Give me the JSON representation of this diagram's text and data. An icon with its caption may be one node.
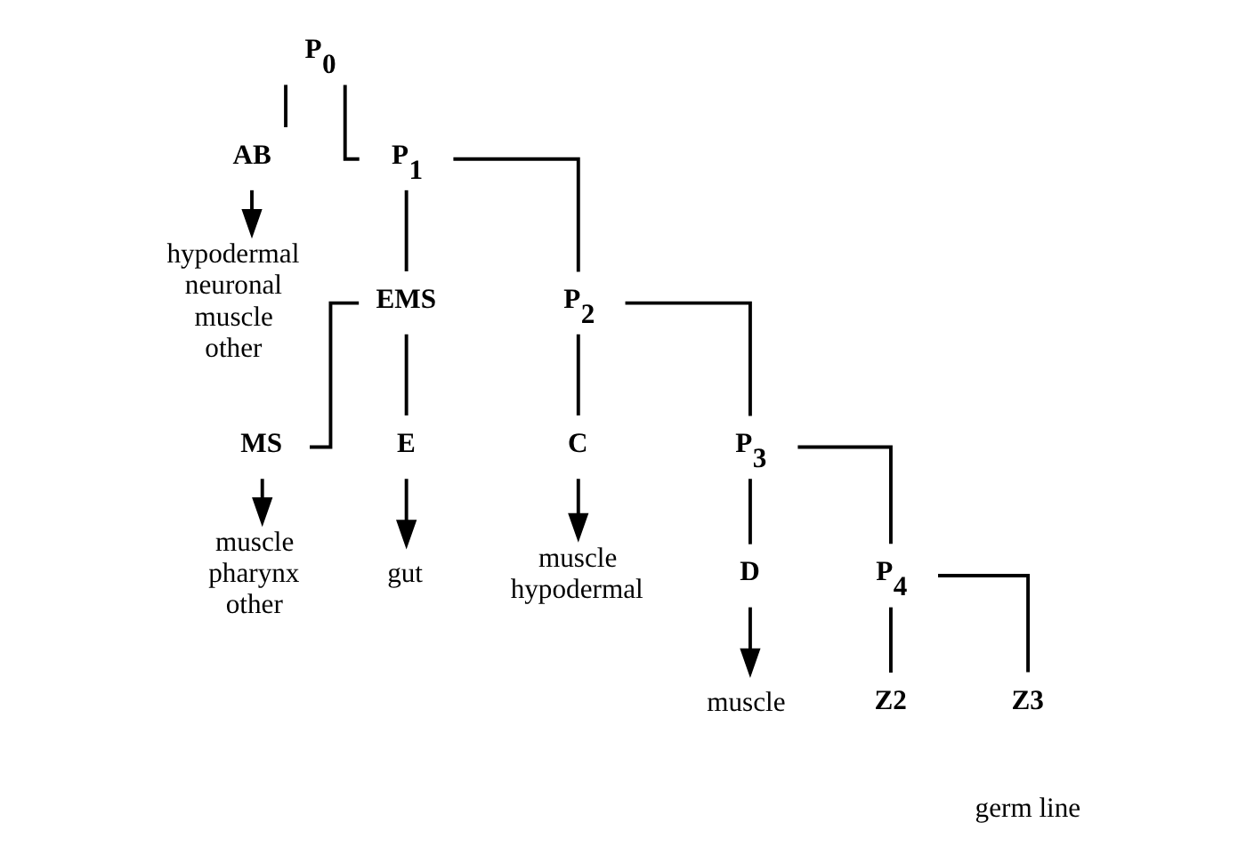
{
  "diagram": {
    "nodes": [
      {
        "text": [
          "P$_{0}$"
        ]
      },
      {
        "text": [
          "AB"
        ]
      },
      {
        "text": [
          "P$_{1}$"
        ]
      },
      {
        "text": [
          "hypodermal",
          "neuronal",
          "muscle",
          "other"
        ]
      },
      {
        "text": [
          "EMS"
        ]
      },
      {
        "text": [
          "P$_{2}$"
        ]
      },
      {
        "text": [
          "MS"
        ]
      },
      {
        "text": [
          "E"
        ]
      },
      {
        "text": [
          "C"
        ]
      },
      {
        "text": [
          "P$_{3}$"
        ]
      },
      {
        "text": [
          "muscle",
          "pharynx",
          "other"
        ]
      },
      {
        "text": [
          "gut"
        ]
      },
      {
        "text": [
          "muscle",
          "hypodermal"
        ]
      },
      {
        "text": [
          "D"
        ]
      },
      {
        "text": [
          "P$_{4}$"
        ]
      },
      {
        "text": [
          "muscle"
        ]
      },
      {
        "text": [
          "Z2"
        ]
      },
      {
        "text": [
          "Z3"
        ]
      }
    ],
    "edges": [
      {
        "from": 0,
        "to": 1,
        "arrow": "none"
      },
      {
        "from": 0,
        "to": 2,
        "arrow": "none"
      },
      {
        "from": 1,
        "to": 3,
        "arrow": "to"
      },
      {
        "from": 2,
        "to": 4,
        "arrow": "none"
      },
      {
        "from": 2,
        "to": 5,
        "arrow": "none"
      },
      {
        "from": 4,
        "to": 6,
        "arrow": "none"
      },
      {
        "from": 4,
        "to": 7,
        "arrow": "none"
      },
      {
        "from": 5,
        "to": 8,
        "arrow": "none"
      },
      {
        "from": 5,
        "to": 9,
        "arrow": "none"
      },
      {
        "from": 6,
        "to": 10,
        "arrow": "to"
      },
      {
        "from": 7,
        "to": 11,
        "arrow": "to"
      },
      {
        "from": 8,
        "to": 12,
        "arrow": "to"
      },
      {
        "from": 9,
        "to": 13,
        "arrow": "none"
      },
      {
        "from": 9,
        "to": 14,
        "arrow": "none"
      },
      {
        "from": 13,
        "to": 15,
        "arrow": "to"
      },
      {
        "from": 14,
        "to": 16,
        "arrow": "none"
      },
      {
        "from": 14,
        "to": 17,
        "arrow": "none"
      }
    ],
    "labels": [
      "germ line"
    ]
  }
}
